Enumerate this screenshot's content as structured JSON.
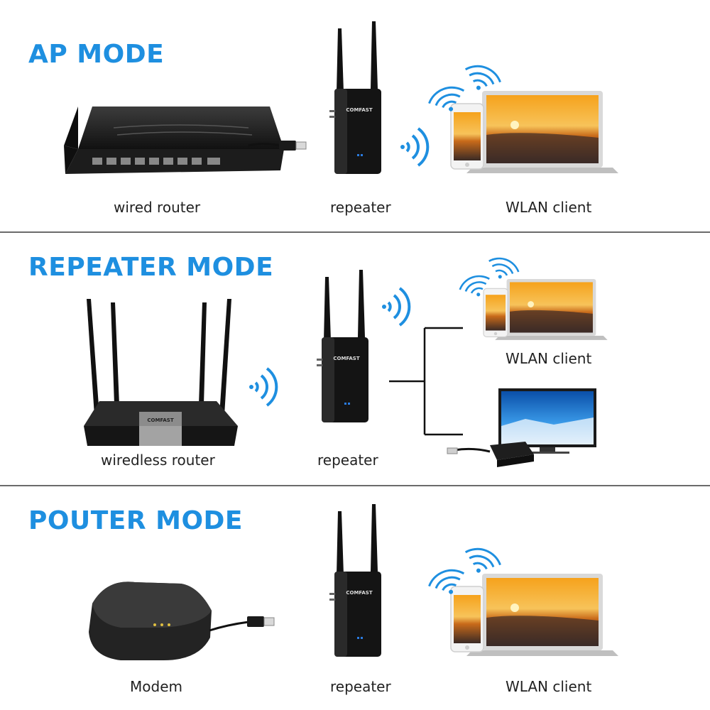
{
  "modes": [
    {
      "title": "AP MODE",
      "labels": {
        "source": "wired router",
        "repeater": "repeater",
        "client": "WLAN client"
      }
    },
    {
      "title": "REPEATER MODE",
      "labels": {
        "source": "wiredless router",
        "repeater": "repeater",
        "client": "WLAN client"
      }
    },
    {
      "title": "POUTER MODE",
      "labels": {
        "source": "Modem",
        "repeater": "repeater",
        "client": "WLAN client"
      }
    }
  ],
  "repeater_brand": "COMFAST",
  "colors": {
    "title": "#1e8fe0",
    "device": "#1a1a1a",
    "divider": "#6b6b6b",
    "wifi": "#1e8fe0"
  },
  "icons": [
    "router-icon",
    "repeater-icon",
    "wifi-waves-icon",
    "laptop-icon",
    "phone-icon",
    "tv-icon",
    "set-top-box-icon",
    "modem-icon",
    "ethernet-cable-icon"
  ]
}
